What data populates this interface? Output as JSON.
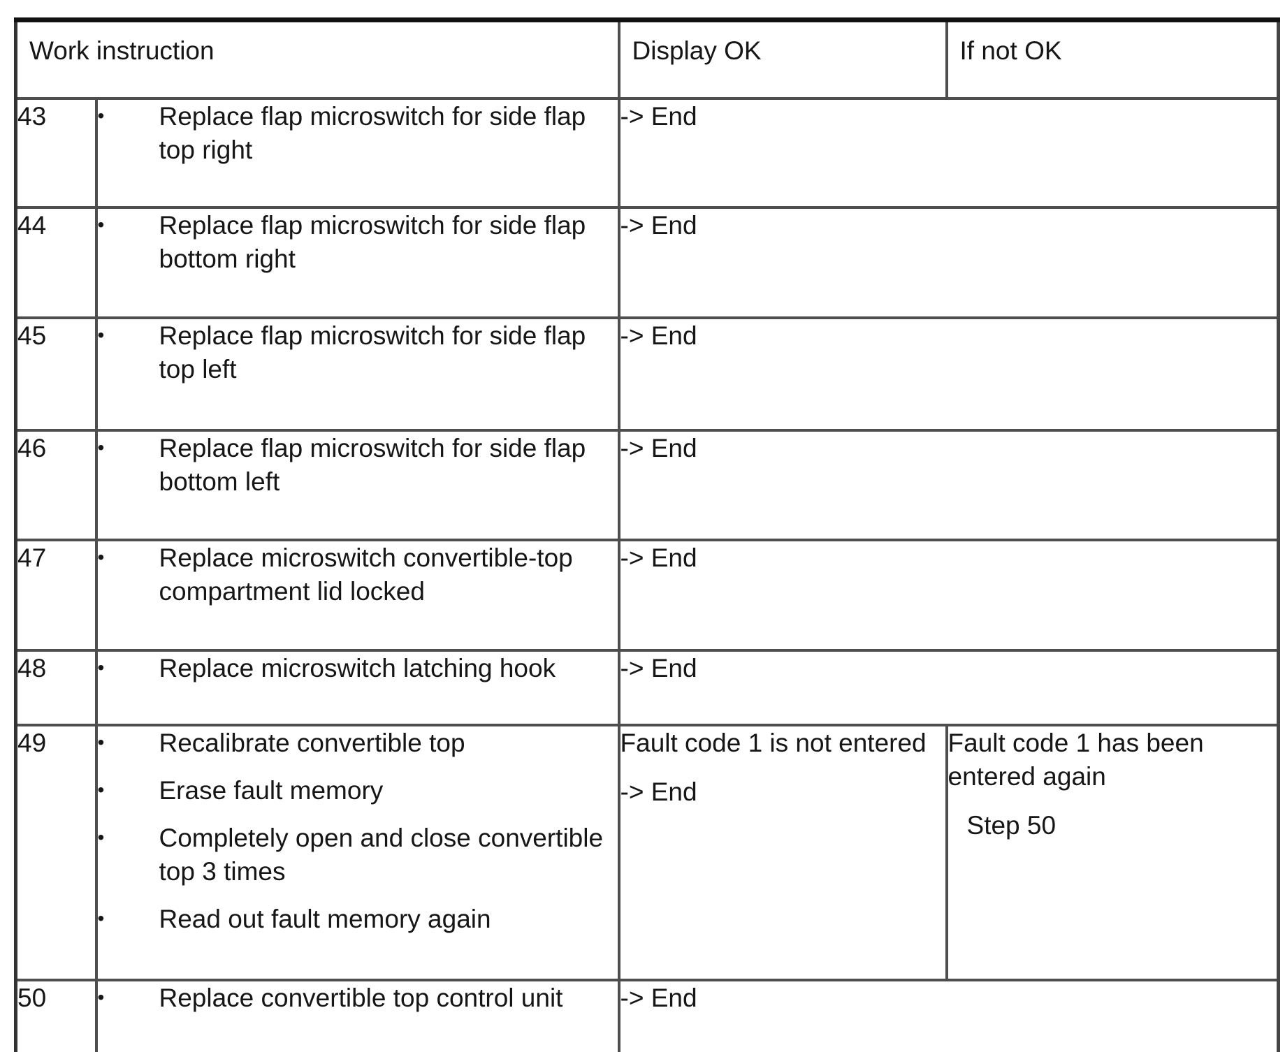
{
  "table": {
    "bullet_glyph": "•",
    "headers": {
      "work_instruction": "Work instruction",
      "display_ok": "Display OK",
      "if_not_ok": "If not OK"
    },
    "rows": [
      {
        "step": "43",
        "instructions": [
          "Replace flap microswitch for side flap top right"
        ],
        "display_ok": [
          {
            "text": "-> End"
          }
        ],
        "if_not_ok": [],
        "merged": true
      },
      {
        "step": "44",
        "instructions": [
          "Replace flap microswitch for side flap bottom right"
        ],
        "display_ok": [
          {
            "text": "-> End"
          }
        ],
        "if_not_ok": [],
        "merged": true
      },
      {
        "step": "45",
        "instructions": [
          "Replace flap microswitch for side flap top left"
        ],
        "display_ok": [
          {
            "text": "-> End"
          }
        ],
        "if_not_ok": [],
        "merged": true
      },
      {
        "step": "46",
        "instructions": [
          "Replace flap microswitch for side flap bottom left"
        ],
        "display_ok": [
          {
            "text": "-> End"
          }
        ],
        "if_not_ok": [],
        "merged": true
      },
      {
        "step": "47",
        "instructions": [
          "Replace microswitch convertible-top compartment lid locked"
        ],
        "display_ok": [
          {
            "text": "-> End"
          }
        ],
        "if_not_ok": [],
        "merged": true
      },
      {
        "step": "48",
        "instructions": [
          "Replace microswitch latching hook"
        ],
        "display_ok": [
          {
            "text": "-> End"
          }
        ],
        "if_not_ok": [],
        "merged": true
      },
      {
        "step": "49",
        "instructions": [
          "Recalibrate convertible top",
          "Erase fault memory",
          "Completely open and close convertible top 3 times",
          "Read out fault memory again"
        ],
        "display_ok": [
          {
            "text": "Fault code 1 is not entered"
          },
          {
            "text": "-> End"
          }
        ],
        "if_not_ok": [
          {
            "text": "Fault code 1 has been entered again"
          },
          {
            "text": "Step 50",
            "indent": true
          }
        ],
        "merged": false
      },
      {
        "step": "50",
        "instructions": [
          "Replace convertible top control unit"
        ],
        "display_ok": [
          {
            "text": "-> End"
          }
        ],
        "if_not_ok": [],
        "merged": true
      }
    ]
  }
}
